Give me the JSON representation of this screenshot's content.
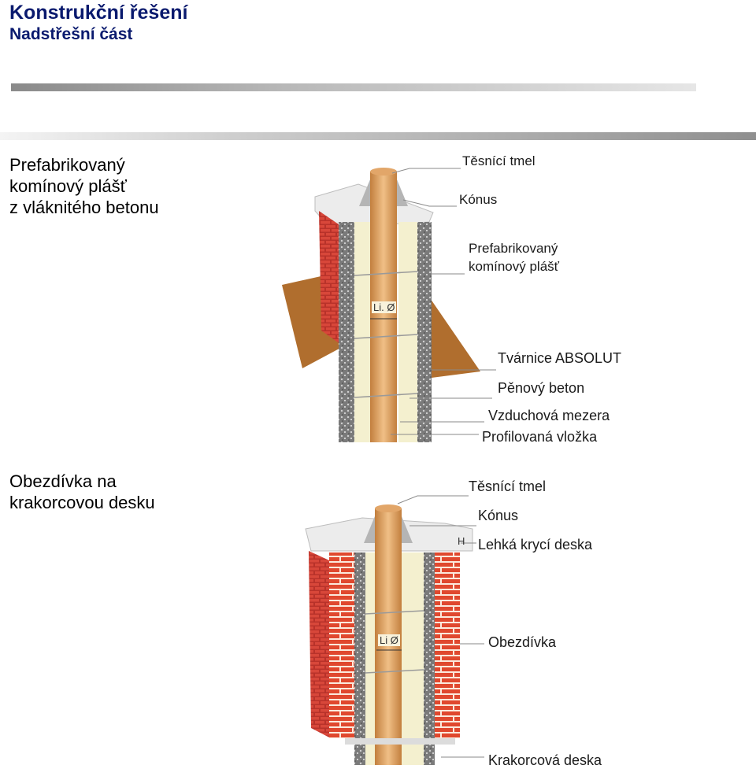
{
  "header": {
    "title": "Konstrukční řešení",
    "subtitle": "Nadstřešní část"
  },
  "section1": {
    "heading_lines": [
      "Prefabrikovaný",
      "komínový plášť",
      "z vláknitého betonu"
    ],
    "labels": [
      "Těsnící tmel",
      "Kónus",
      "Prefabrikovaný",
      "komínový plášť",
      "Tvárnice ABSOLUT",
      "Pěnový beton",
      "Vzduchová mezera",
      "Profilovaná vložka"
    ],
    "dim_label": "Li. Ø"
  },
  "section2": {
    "heading_lines": [
      "Obezdívka na",
      "krakorcovou desku"
    ],
    "labels": [
      "Těsnící tmel",
      "Kónus",
      "Lehká krycí deska",
      "Obezdívka",
      "Krakorcová deska"
    ],
    "dim_label": "Li Ø",
    "small_text": "H"
  },
  "colors": {
    "title": "#0a1a6e",
    "pipe": "#d9a064",
    "brick": "#c0392b",
    "roof": "#b06e2e",
    "insulation": "#f4f0cf",
    "concrete": "#6b6b6b"
  }
}
